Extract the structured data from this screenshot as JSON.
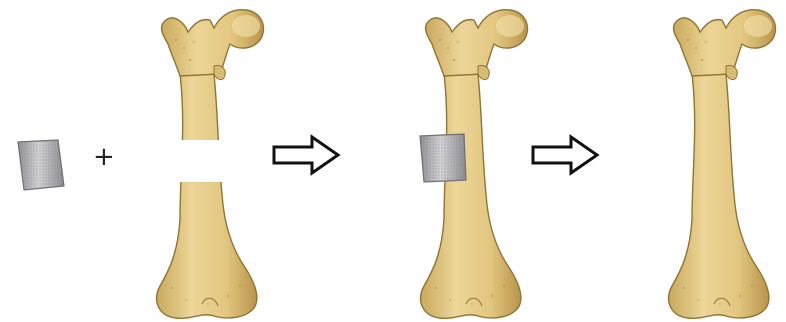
{
  "steps": [
    {
      "id": "graft-and-defect",
      "description_visible": false
    },
    {
      "id": "graft-implanted"
    },
    {
      "id": "healed-bone"
    }
  ],
  "operators": {
    "plus": "+"
  },
  "colors": {
    "bone": "#e7cf8c",
    "bone_shade": "#c9a95e",
    "bone_outline": "#8f7435",
    "graft": "#b9b9bd",
    "graft_shade": "#8e8e94",
    "arrow_fill": "#ffffff",
    "arrow_stroke": "#111111"
  },
  "icons": {
    "arrow": "right-arrow-icon"
  }
}
